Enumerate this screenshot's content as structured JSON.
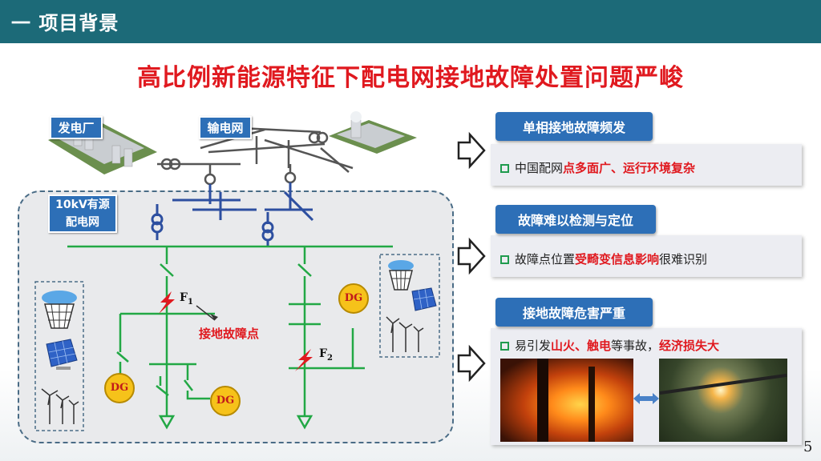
{
  "header": {
    "title": "一 项目背景"
  },
  "main_title": "高比例新能源特征下配电网接地故障处置问题严峻",
  "diagram": {
    "power_plant_label": "发电厂",
    "transmission_label": "输电网",
    "distribution_label_line1": "10kV有源",
    "distribution_label_line2": "配电网",
    "fault1_label": "F",
    "fault1_sub": "1",
    "fault2_label": "F",
    "fault2_sub": "2",
    "ground_fault_label": "接地故障点",
    "dg_label": "DG"
  },
  "cards": [
    {
      "title": "单相接地故障频发",
      "line_plain_before": "中国配网",
      "line_highlight_1": "点多面广、运行环境复杂",
      "line_plain_mid": "",
      "line_highlight_2": "",
      "line_plain_after": ""
    },
    {
      "title": "故障难以检测与定位",
      "line_plain_before": "故障点位置",
      "line_highlight_1": "受畸变信息影响",
      "line_plain_mid": "很难识别",
      "line_highlight_2": "",
      "line_plain_after": ""
    },
    {
      "title": "接地故障危害严重",
      "line_plain_before": "易引发",
      "line_highlight_1": "山火、触电",
      "line_plain_mid": "等事故，",
      "line_highlight_2": "经济损失大",
      "line_plain_after": ""
    }
  ],
  "page_number": "5",
  "colors": {
    "header_bg": "#1c6a78",
    "title_red": "#e0191f",
    "accent_blue": "#2d6fb7",
    "line_green": "#22a845",
    "dg_yellow": "#f6c21a"
  }
}
